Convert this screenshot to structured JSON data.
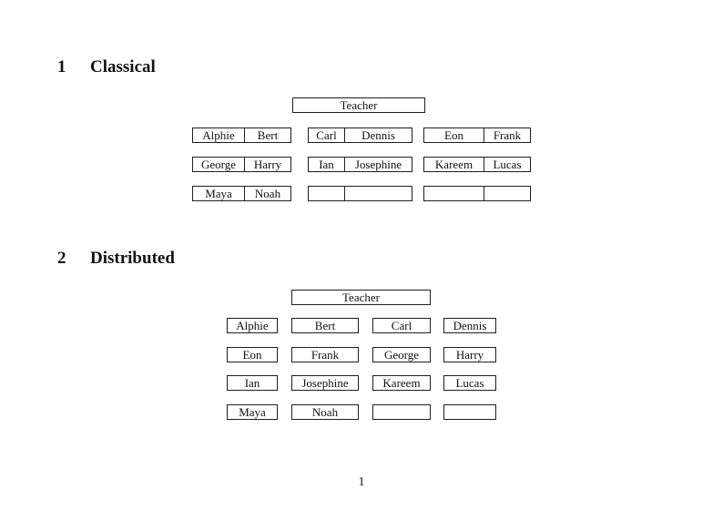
{
  "page": {
    "number": "1"
  },
  "classical": {
    "number": "1",
    "title": "Classical",
    "teacher": "Teacher",
    "groups": [
      {
        "rows": [
          [
            "Alphie",
            "Bert"
          ],
          [
            "George",
            "Harry"
          ],
          [
            "Maya",
            "Noah"
          ]
        ]
      },
      {
        "rows": [
          [
            "Carl",
            "Dennis"
          ],
          [
            "Ian",
            "Josephine"
          ],
          [
            "",
            ""
          ]
        ]
      },
      {
        "rows": [
          [
            "Eon",
            "Frank"
          ],
          [
            "Kareem",
            "Lucas"
          ],
          [
            "",
            ""
          ]
        ]
      }
    ]
  },
  "distributed": {
    "number": "2",
    "title": "Distributed",
    "teacher": "Teacher",
    "rows": [
      [
        "Alphie",
        "Bert",
        "Carl",
        "Dennis"
      ],
      [
        "Eon",
        "Frank",
        "George",
        "Harry"
      ],
      [
        "Ian",
        "Josephine",
        "Kareem",
        "Lucas"
      ],
      [
        "Maya",
        "Noah",
        "",
        ""
      ]
    ]
  }
}
